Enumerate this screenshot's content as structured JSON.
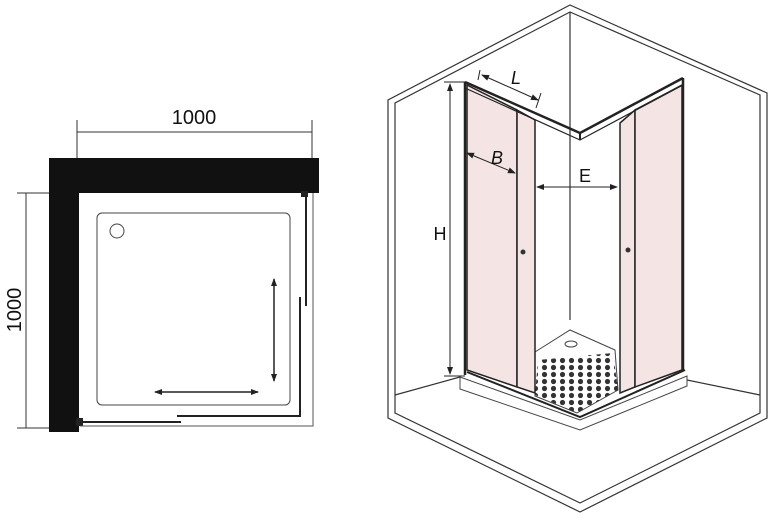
{
  "plan_view": {
    "width_label": "1000",
    "depth_label": "1000"
  },
  "perspective_view": {
    "height_label": "H",
    "panel_top_label": "L",
    "panel_width_label": "B",
    "entrance_width_label": "E"
  },
  "colors": {
    "wall": "#111111",
    "glass": "#f4e4e4",
    "line": "#222222"
  }
}
